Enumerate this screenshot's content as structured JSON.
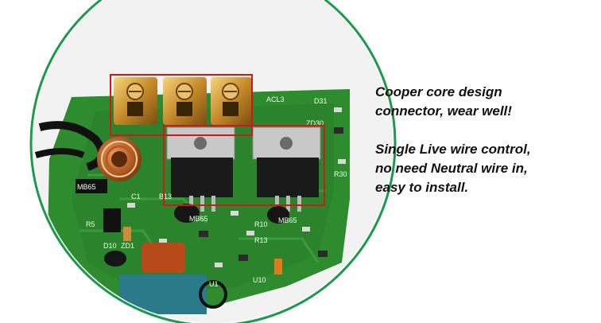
{
  "captions": {
    "block1": [
      "Cooper core design",
      "connector, wear well!"
    ],
    "block2": [
      "Single Live wire control,",
      "no need Neutral wire in,",
      "easy to install."
    ]
  },
  "pcb_labels": {
    "acl": "ACL3",
    "d31": "D31",
    "zd30": "ZD30",
    "r30": "R30",
    "mb65_a": "MB65",
    "mb65_b": "MB65",
    "mb65_c": "MB65",
    "r10": "R10",
    "r13": "R13",
    "r5": "R5",
    "d10": "D10",
    "zd": "ZD1",
    "u10": "U10",
    "u1": "U1",
    "c1": "C1",
    "b13": "B13"
  },
  "colors": {
    "ring": "#1a9a4a",
    "board": "#2e8b2e",
    "highlight_box": "#d01818",
    "caption_text": "#111111"
  }
}
